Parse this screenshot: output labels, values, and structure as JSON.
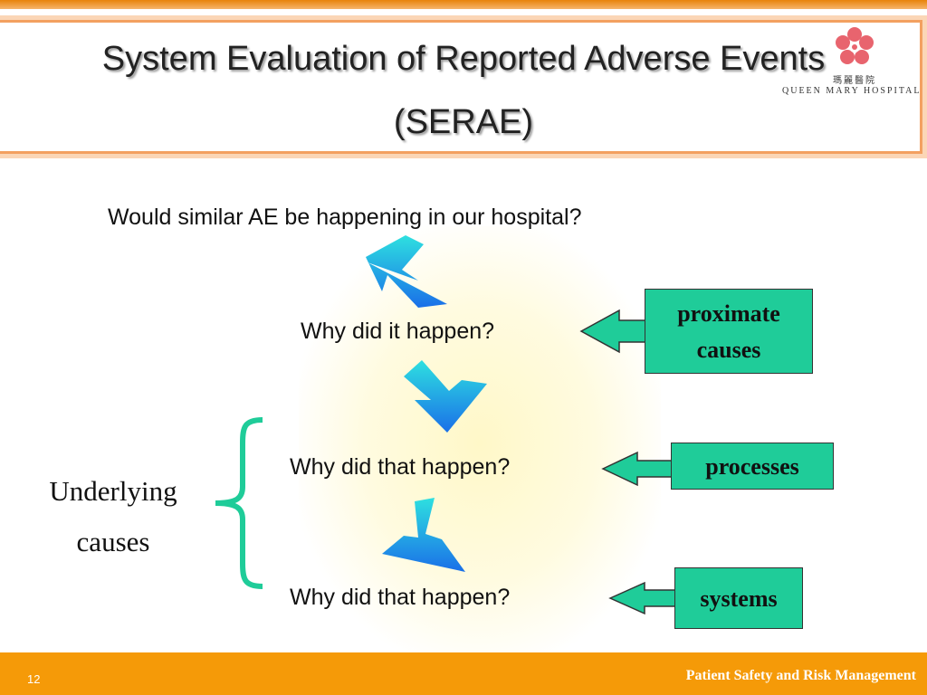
{
  "slide": {
    "title_line1": "System Evaluation of Reported Adverse Events",
    "title_line2": "(SERAE)",
    "question_top": "Would similar AE be happening in our hospital?",
    "question_1": "Why did it happen?",
    "question_2": "Why did that happen?",
    "question_3": "Why did that happen?",
    "tag_1_line1": "proximate",
    "tag_1_line2": "causes",
    "tag_2": "processes",
    "tag_3": "systems",
    "underlying_line1": "Underlying",
    "underlying_line2": "causes"
  },
  "logo": {
    "chinese": "瑪麗醫院",
    "english": "QUEEN MARY HOSPITAL"
  },
  "footer": {
    "page_number": "12",
    "text": "Patient Safety and Risk Management"
  },
  "colors": {
    "footer": "#f59a08",
    "tag_fill": "#1fcc99",
    "brace": "#1fcc99",
    "arrow_blue": "#1e7ee8",
    "arrow_cyan": "#27d4e8"
  }
}
